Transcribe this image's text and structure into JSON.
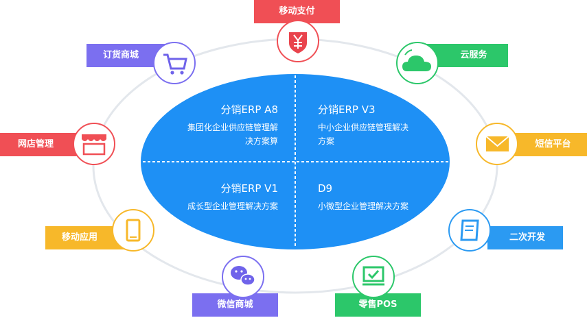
{
  "center": {
    "quadrants": [
      {
        "title": "分销ERP A8",
        "desc": "集团化企业供应链管理解决方案算"
      },
      {
        "title": "分销ERP V3",
        "desc": "中小企业供应链管理解决方案"
      },
      {
        "title": "分销ERP V1",
        "desc": "成长型企业管理解决方案"
      },
      {
        "title": "D9",
        "desc": "小微型企业管理解决方案"
      }
    ]
  },
  "nodes": [
    {
      "label": "移动支付",
      "icon": "yen-shield-icon",
      "color": "#f04f55"
    },
    {
      "label": "云服务",
      "icon": "cloud-icon",
      "color": "#2cc76a"
    },
    {
      "label": "短信平台",
      "icon": "envelope-icon",
      "color": "#f7b82a"
    },
    {
      "label": "二次开发",
      "icon": "scroll-icon",
      "color": "#2b9af2"
    },
    {
      "label": "零售POS",
      "icon": "monitor-check-icon",
      "color": "#2cc76a"
    },
    {
      "label": "微信商城",
      "icon": "wechat-icon",
      "color": "#7b6ff0"
    },
    {
      "label": "移动应用",
      "icon": "phone-icon",
      "color": "#f7b82a"
    },
    {
      "label": "网店管理",
      "icon": "shop-icon",
      "color": "#f04f55"
    },
    {
      "label": "订货商城",
      "icon": "cart-icon",
      "color": "#7b6ff0"
    }
  ]
}
